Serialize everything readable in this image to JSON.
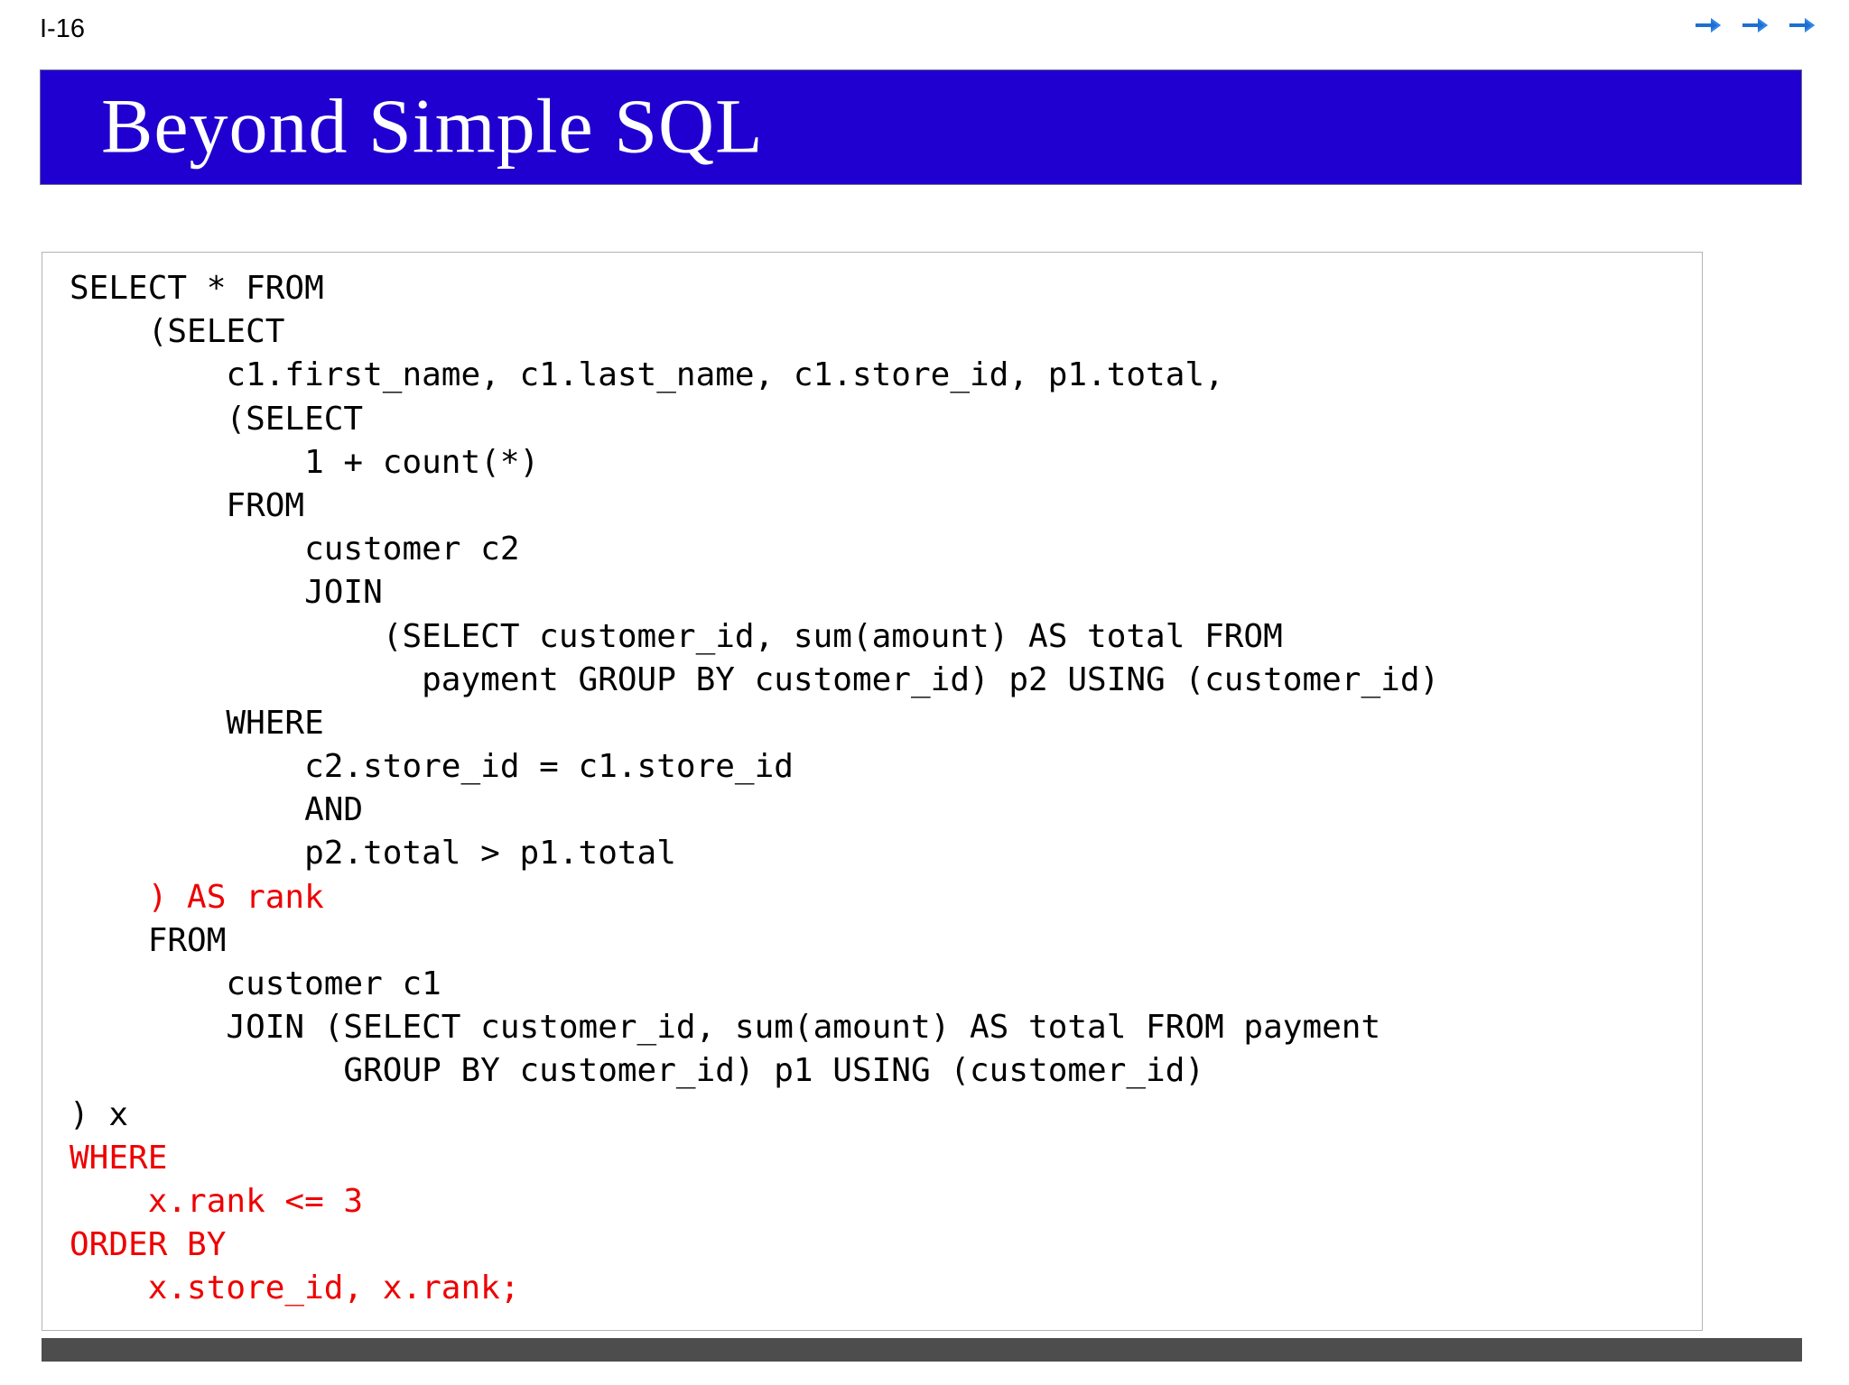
{
  "header": {
    "slide_number": "I-16",
    "nav_icons": [
      "arrow-right-icon",
      "arrow-right-icon",
      "arrow-right-icon"
    ]
  },
  "title": {
    "text": "Beyond Simple SQL",
    "background_color": "#2000d0",
    "text_color": "#ffffff"
  },
  "colors": {
    "banner_blue": "#2000d0",
    "highlight_red": "#ee0000",
    "code_black": "#000000",
    "footer_gray": "#4d4d4d",
    "nav_arrow_blue": "#1f6fd0"
  },
  "code": {
    "language": "sql",
    "lines": [
      {
        "text": "SELECT * FROM",
        "color": "black"
      },
      {
        "text": "    (SELECT",
        "color": "black"
      },
      {
        "text": "        c1.first_name, c1.last_name, c1.store_id, p1.total,",
        "color": "black"
      },
      {
        "text": "        (SELECT",
        "color": "black"
      },
      {
        "text": "            1 + count(*)",
        "color": "black"
      },
      {
        "text": "        FROM",
        "color": "black"
      },
      {
        "text": "            customer c2",
        "color": "black"
      },
      {
        "text": "            JOIN",
        "color": "black"
      },
      {
        "text": "                (SELECT customer_id, sum(amount) AS total FROM",
        "color": "black"
      },
      {
        "text": "                  payment GROUP BY customer_id) p2 USING (customer_id)",
        "color": "black"
      },
      {
        "text": "        WHERE",
        "color": "black"
      },
      {
        "text": "            c2.store_id = c1.store_id",
        "color": "black"
      },
      {
        "text": "            AND",
        "color": "black"
      },
      {
        "text": "            p2.total > p1.total",
        "color": "black"
      },
      {
        "text": "    ) AS rank",
        "color": "red"
      },
      {
        "text": "    FROM",
        "color": "black"
      },
      {
        "text": "        customer c1",
        "color": "black"
      },
      {
        "text": "        JOIN (SELECT customer_id, sum(amount) AS total FROM payment",
        "color": "black"
      },
      {
        "text": "              GROUP BY customer_id) p1 USING (customer_id)",
        "color": "black"
      },
      {
        "text": ") x",
        "color": "black"
      },
      {
        "text": "WHERE",
        "color": "red"
      },
      {
        "text": "    x.rank <= 3",
        "color": "red"
      },
      {
        "text": "ORDER BY",
        "color": "red"
      },
      {
        "text": "    x.store_id, x.rank;",
        "color": "red"
      }
    ]
  }
}
